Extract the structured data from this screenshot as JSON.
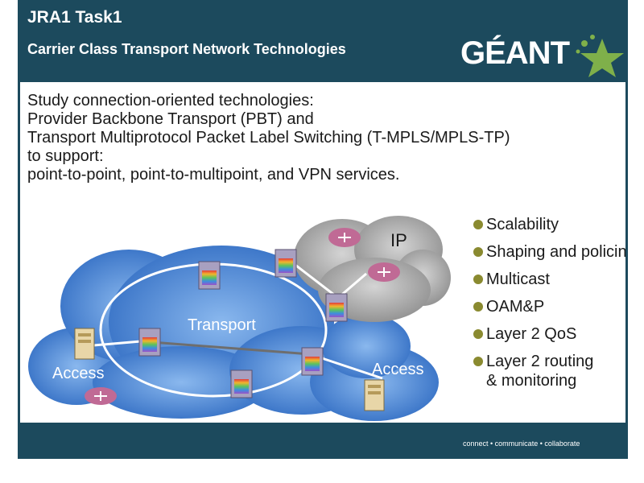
{
  "header": {
    "title": "JRA1 Task1",
    "subtitle": "Carrier Class Transport Network Technologies",
    "logo_text": "GÉANT"
  },
  "intro": [
    "Study connection-oriented technologies:",
    "Provider Backbone Transport (PBT) and",
    "Transport Multiprotocol Packet Label Switching (T-MPLS/MPLS-TP)",
    "to support:",
    "point-to-point, point-to-multipoint, and VPN services."
  ],
  "diagram": {
    "ip_label": "IP",
    "transport_label": "Transport",
    "access_left_label": "Access",
    "access_right_label": "Access"
  },
  "bullets": [
    "Scalability",
    "Shaping and policing",
    "Multicast",
    "OAM&P",
    "Layer 2 QoS",
    "Layer 2 routing",
    "& monitoring"
  ],
  "footer": {
    "tagline": "connect • communicate • collaborate"
  },
  "colors": {
    "header_bg": "#1c4a5d",
    "bullet": "#8a8a30",
    "logo_star": "#7fb04a"
  }
}
